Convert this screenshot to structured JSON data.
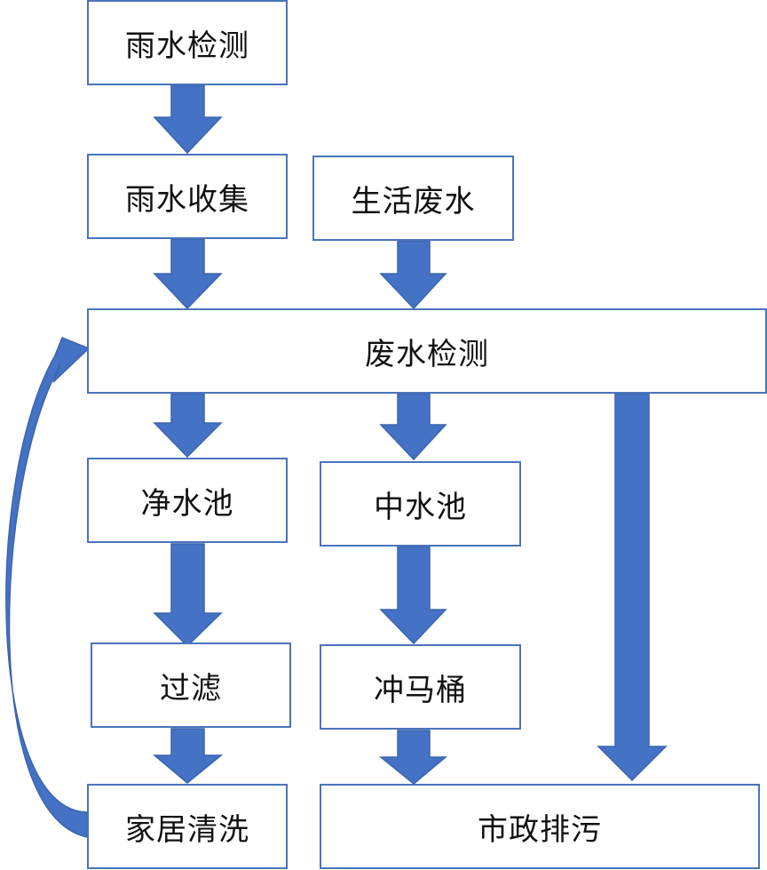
{
  "colors": {
    "arrow_fill": "#4472c4",
    "arrow_stroke": "#3c64ad",
    "box_border": "#4a74bc"
  },
  "nodes": {
    "rain_detect": "雨水检测",
    "rain_collect": "雨水收集",
    "domestic_waste": "生活废水",
    "waste_detect": "废水检测",
    "clean_pool": "净水池",
    "middle_pool": "中水池",
    "filter": "过滤",
    "flush_toilet": "冲马桶",
    "home_wash": "家居清洗",
    "municipal_sewage": "市政排污"
  }
}
